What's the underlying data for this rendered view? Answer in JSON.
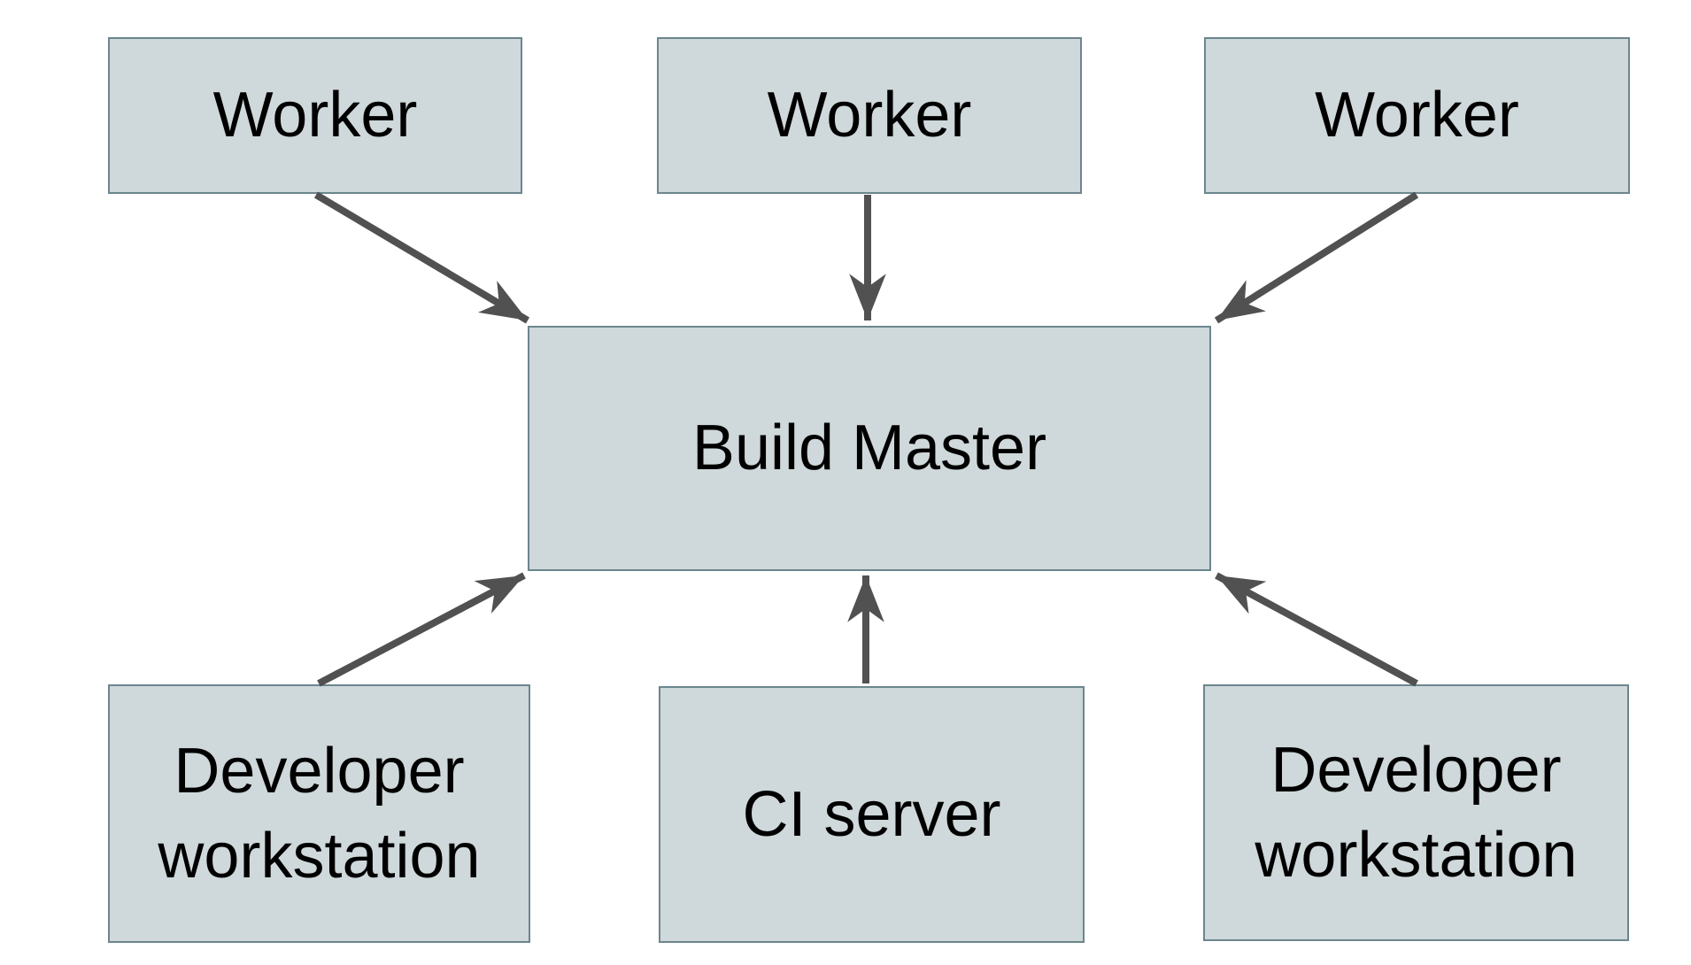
{
  "diagram": {
    "nodes": {
      "worker_left": {
        "label": "Worker"
      },
      "worker_middle": {
        "label": "Worker"
      },
      "worker_right": {
        "label": "Worker"
      },
      "build_master": {
        "label": "Build Master"
      },
      "developer_workstation_left": {
        "label": "Developer workstation"
      },
      "ci_server": {
        "label": "CI server"
      },
      "developer_workstation_right": {
        "label": "Developer workstation"
      }
    },
    "edges": [
      {
        "from": "worker_left",
        "to": "build_master"
      },
      {
        "from": "worker_middle",
        "to": "build_master"
      },
      {
        "from": "worker_right",
        "to": "build_master"
      },
      {
        "from": "developer_workstation_left",
        "to": "build_master"
      },
      {
        "from": "ci_server",
        "to": "build_master"
      },
      {
        "from": "developer_workstation_right",
        "to": "build_master"
      }
    ],
    "colors": {
      "background": "#ffffff",
      "node_fill": "#cfd8da",
      "node_border": "#6c868e",
      "arrow": "#515151",
      "text": "#000000"
    }
  }
}
